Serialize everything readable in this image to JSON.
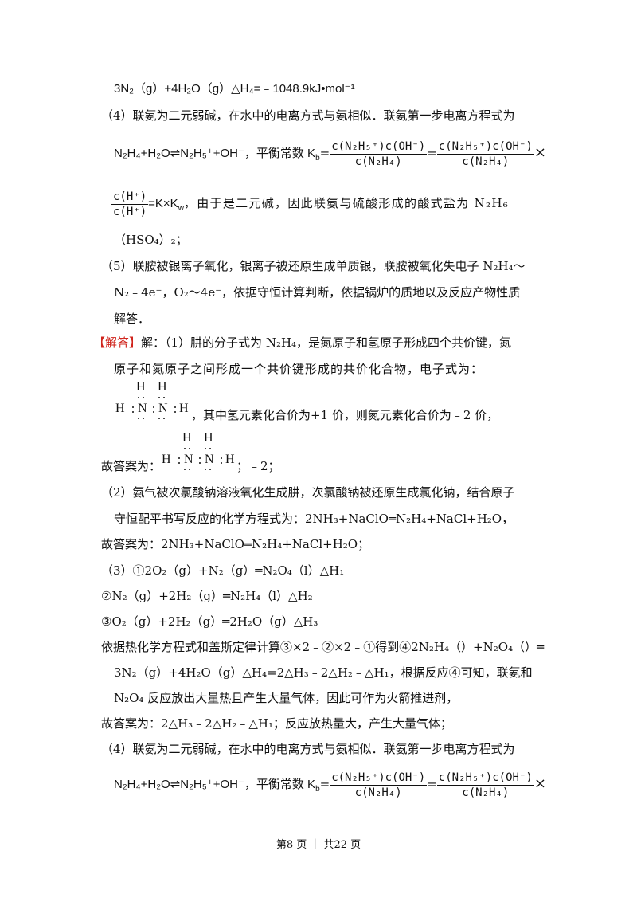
{
  "line_top": "3N₂（g）+4H₂O（g）△H₄=﹣1048.9kJ•mol⁻¹",
  "s4_title": "（4）联氨为二元弱碱，在水中的电离方式与氨相似．联氨第一步电离方程式为",
  "s4_eq_prefix": "N₂H₄+H₂O⇌N₂H₅⁺+OH⁻，平衡常数 K",
  "s4_eq_sub": "b",
  "eq_sign": "=",
  "frac1_num": "c(N₂H₅⁺)c(OH⁻)",
  "frac1_den": "c(N₂H₄)",
  "frac2_num": "c(N₂H₅⁺)c(OH⁻)",
  "frac2_den": "c(N₂H₄)",
  "times_sign": "×",
  "frac3_num": "c(H⁺)",
  "frac3_den": "c(H⁺)",
  "s4_cont": "=K×K",
  "s4_cont_sub": "w",
  "s4_cont_tail": "，由于是二元碱，因此联氨与硫酸形成的酸式盐为 N₂H₆",
  "s4_salt": "（HSO₄）₂；",
  "s5_line1": "（5）联胺被银离子氧化，银离子被还原生成单质银，联胺被氧化失电子 N₂H₄～",
  "s5_line2": "N₂﹣4e⁻，O₂～4e⁻，依据守恒计算判断，依据锅炉的质地以及反应产物性质",
  "s5_line3": "解答．",
  "ans_tag": "【解答】",
  "ans_line1": "解：（1）肼的分子式为 N₂H₄，是氮原子和氢原子形成四个共价键，氮",
  "ans_line2": "原子和氮原子之间形成一个共价键形成的共价化合物，电子式为：",
  "lewis_h": "H",
  "lewis_n": "N",
  "ans_line3": "，其中氢元素化合价为+1 价，则氮元素化合价为﹣2 价，",
  "ans_label": "故答案为：",
  "ans_line4_tail": "；﹣2；",
  "p2_line1": "（2）氨气被次氯酸钠溶液氧化生成肼，次氯酸钠被还原生成氯化钠，结合原子",
  "p2_line2": "守恒配平书写反应的化学方程式为：2NH₃+NaClO═N₂H₄+NaCl+H₂O，",
  "p2_answer": "故答案为：2NH₃+NaClO═N₂H₄+NaCl+H₂O；",
  "p3_eq1": "（3）①2O₂（g）+N₂（g）═N₂O₄（l）△H₁",
  "p3_eq2": "②N₂（g）+2H₂（g）═N₂H₄（l）△H₂",
  "p3_eq3": "③O₂（g）+2H₂（g）═2H₂O（g）△H₃",
  "p3_line1": "依据热化学方程式和盖斯定律计算③×2﹣②×2﹣①得到④2N₂H₄（）+N₂O₄（）═",
  "p3_line2": "3N₂（g）+4H₂O（g）△H₄=2△H₃﹣2△H₂﹣△H₁，根据反应④可知，联氨和",
  "p3_line3": "N₂O₄ 反应放出大量热且产生大量气体，因此可作为火箭推进剂，",
  "p3_answer": "故答案为：2△H₃﹣2△H₂﹣△H₁；反应放热量大，产生大量气体；",
  "footer": "第8 页 ｜ 共22 页",
  "colors": {
    "accent": "#d0241c",
    "text": "#111111"
  }
}
